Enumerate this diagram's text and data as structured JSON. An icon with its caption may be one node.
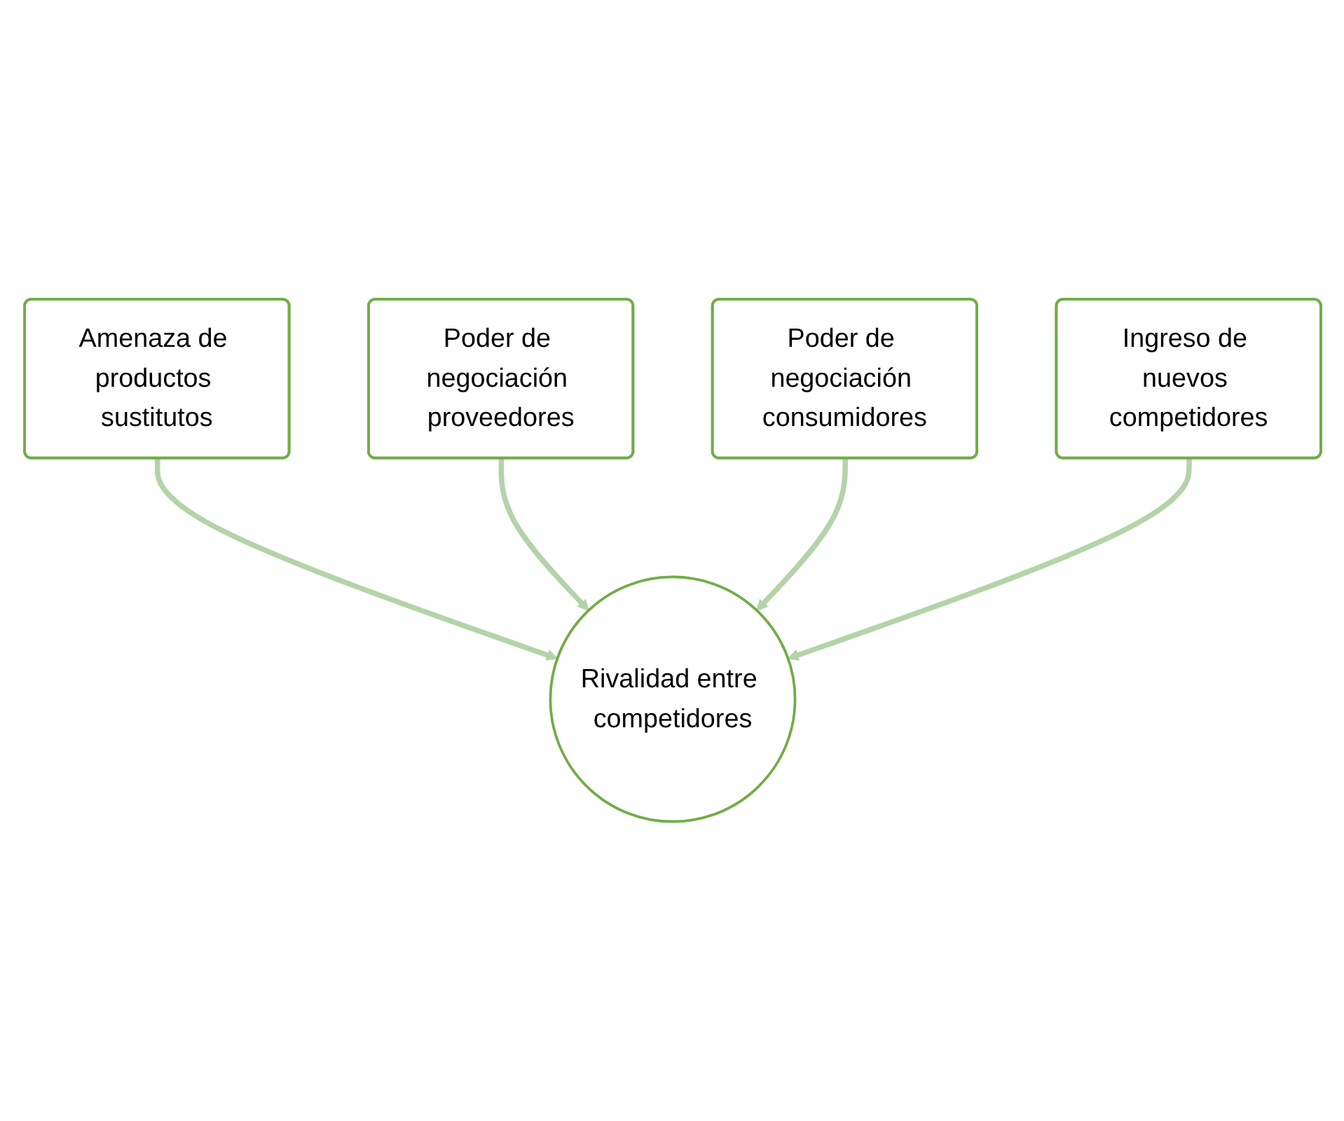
{
  "diagram": {
    "nodes": [
      {
        "text": [
          "Amenaza de productos sustitutos"
        ]
      },
      {
        "text": [
          "Poder de negociación proveedores"
        ]
      },
      {
        "text": [
          "Rivalidad entre competidores"
        ]
      },
      {
        "text": [
          "Poder de negociación consumidores"
        ]
      },
      {
        "text": [
          "Ingreso de nuevos competidores"
        ]
      }
    ],
    "edges": [
      {
        "from": 0,
        "to": 2,
        "arrow": "to"
      },
      {
        "from": 1,
        "to": 2,
        "arrow": "to"
      },
      {
        "from": 3,
        "to": 2,
        "arrow": "to"
      },
      {
        "from": 4,
        "to": 2,
        "arrow": "to"
      }
    ]
  }
}
